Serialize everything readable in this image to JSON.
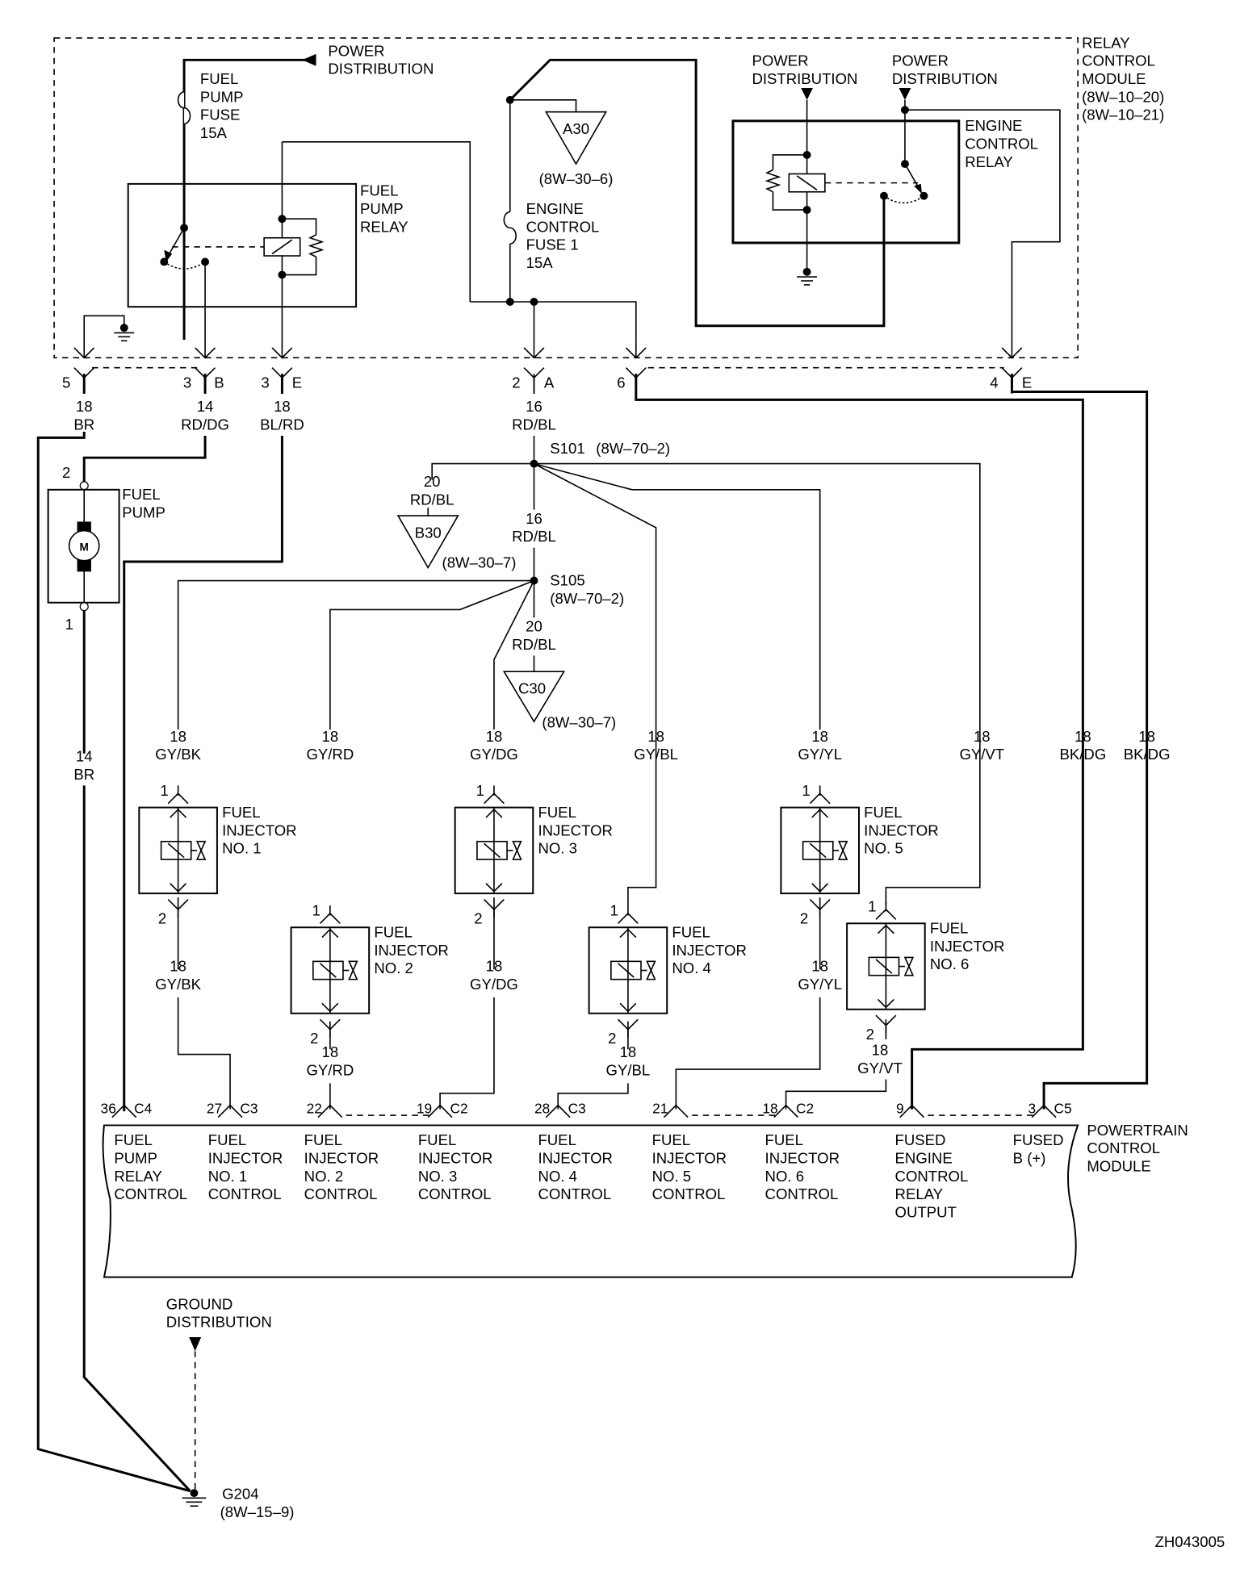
{
  "diagram": {
    "figure_id": "ZH043005",
    "modules": {
      "relay_control_module": [
        "RELAY",
        "CONTROL",
        "MODULE",
        "(8W–10–20)",
        "(8W–10–21)"
      ],
      "powertrain_control_module": [
        "POWERTRAIN",
        "CONTROL",
        "MODULE"
      ]
    },
    "power_distribution": [
      "POWER",
      "DISTRIBUTION"
    ],
    "ground_distribution": [
      "GROUND",
      "DISTRIBUTION"
    ],
    "fuel_pump_fuse": [
      "FUEL",
      "PUMP",
      "FUSE",
      "15A"
    ],
    "fuel_pump_relay": [
      "FUEL",
      "PUMP",
      "RELAY"
    ],
    "engine_control_fuse": [
      "ENGINE",
      "CONTROL",
      "FUSE 1",
      "15A"
    ],
    "engine_control_relay": [
      "ENGINE",
      "CONTROL",
      "RELAY"
    ],
    "fuel_pump": {
      "label": [
        "FUEL",
        "PUMP"
      ],
      "motor": "M",
      "pin_top": "2",
      "pin_bottom": "1"
    },
    "refs": {
      "a30": {
        "name": "A30",
        "ref": "(8W–30–6)"
      },
      "b30": {
        "name": "B30",
        "ref": "(8W–30–7)"
      },
      "c30": {
        "name": "C30",
        "ref": "(8W–30–7)"
      }
    },
    "splices": {
      "s101": {
        "name": "S101",
        "ref": "(8W–70–2)"
      },
      "s105": {
        "name": "S105",
        "ref": "(8W–70–2)"
      }
    },
    "ground": {
      "name": "G204",
      "ref": "(8W–15–9)"
    },
    "rcm_connectors": [
      {
        "pin": "5",
        "cav": ""
      },
      {
        "pin": "3",
        "cav": "B"
      },
      {
        "pin": "3",
        "cav": "E"
      },
      {
        "pin": "2",
        "cav": "A"
      },
      {
        "pin": "6",
        "cav": ""
      },
      {
        "pin": "4",
        "cav": "E"
      }
    ],
    "wires": {
      "br18": [
        "18",
        "BR"
      ],
      "rddg14": [
        "14",
        "RD/DG"
      ],
      "blrd18": [
        "18",
        "BL/RD"
      ],
      "rdbl16a": [
        "16",
        "RD/BL"
      ],
      "rdbl20a": [
        "20",
        "RD/BL"
      ],
      "rdbl16b": [
        "16",
        "RD/BL"
      ],
      "rdbl20b": [
        "20",
        "RD/BL"
      ],
      "br14": [
        "14",
        "BR"
      ],
      "gybk": [
        "18",
        "GY/BK"
      ],
      "gyrd": [
        "18",
        "GY/RD"
      ],
      "gydg": [
        "18",
        "GY/DG"
      ],
      "gybl": [
        "18",
        "GY/BL"
      ],
      "gyyl": [
        "18",
        "GY/YL"
      ],
      "gyvt": [
        "18",
        "GY/VT"
      ],
      "bkdg1": [
        "18",
        "BK/DG"
      ],
      "bkdg2": [
        "18",
        "BK/DG"
      ]
    },
    "injectors": [
      {
        "label": [
          "FUEL",
          "INJECTOR",
          "NO. 1"
        ],
        "pin_in": "1",
        "pin_out": "2"
      },
      {
        "label": [
          "FUEL",
          "INJECTOR",
          "NO. 2"
        ],
        "pin_in": "1",
        "pin_out": "2"
      },
      {
        "label": [
          "FUEL",
          "INJECTOR",
          "NO. 3"
        ],
        "pin_in": "1",
        "pin_out": "2"
      },
      {
        "label": [
          "FUEL",
          "INJECTOR",
          "NO. 4"
        ],
        "pin_in": "1",
        "pin_out": "2"
      },
      {
        "label": [
          "FUEL",
          "INJECTOR",
          "NO. 5"
        ],
        "pin_in": "1",
        "pin_out": "2"
      },
      {
        "label": [
          "FUEL",
          "INJECTOR",
          "NO. 6"
        ],
        "pin_in": "1",
        "pin_out": "2"
      }
    ],
    "pcm_pins": [
      {
        "pin": "36",
        "conn": "C4",
        "label": [
          "FUEL",
          "PUMP",
          "RELAY",
          "CONTROL"
        ]
      },
      {
        "pin": "27",
        "conn": "C3",
        "label": [
          "FUEL",
          "INJECTOR",
          "NO. 1",
          "CONTROL"
        ]
      },
      {
        "pin": "22",
        "conn": "",
        "label": [
          "FUEL",
          "INJECTOR",
          "NO. 2",
          "CONTROL"
        ]
      },
      {
        "pin": "19",
        "conn": "C2",
        "label": [
          "FUEL",
          "INJECTOR",
          "NO. 3",
          "CONTROL"
        ]
      },
      {
        "pin": "28",
        "conn": "C3",
        "label": [
          "FUEL",
          "INJECTOR",
          "NO. 4",
          "CONTROL"
        ]
      },
      {
        "pin": "21",
        "conn": "",
        "label": [
          "FUEL",
          "INJECTOR",
          "NO. 5",
          "CONTROL"
        ]
      },
      {
        "pin": "18",
        "conn": "C2",
        "label": [
          "FUEL",
          "INJECTOR",
          "NO. 6",
          "CONTROL"
        ]
      },
      {
        "pin": "9",
        "conn": "",
        "label": [
          "FUSED",
          "ENGINE",
          "CONTROL",
          "RELAY",
          "OUTPUT"
        ]
      },
      {
        "pin": "3",
        "conn": "C5",
        "label": [
          "FUSED",
          "B (+)"
        ]
      }
    ]
  }
}
